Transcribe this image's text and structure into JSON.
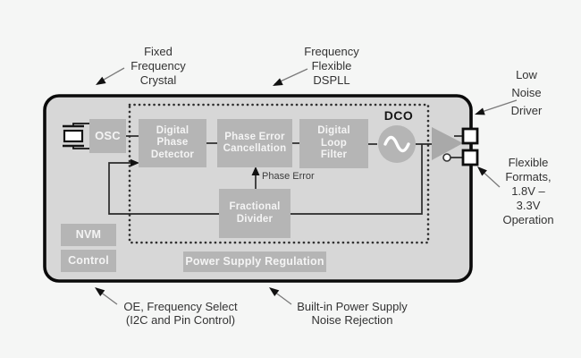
{
  "callouts": {
    "fixed_crystal": "Fixed\nFrequency\nCrystal",
    "frequency_flexible_dspll": "Frequency\nFlexible\nDSPLL",
    "low_noise_driver": "Low\nNoise\nDriver",
    "flexible_formats": "Flexible\nFormats,\n1.8V – 3.3V\nOperation",
    "oe_frequency_select": "OE, Frequency Select\n(I2C and Pin Control)",
    "builtin_power_noise": "Built-in Power Supply\nNoise Rejection"
  },
  "blocks": {
    "osc": "OSC",
    "digital_phase_detector": "Digital\nPhase\nDetector",
    "phase_error_cancellation": "Phase Error\nCancellation",
    "digital_loop_filter": "Digital\nLoop\nFilter",
    "fractional_divider": "Fractional\nDivider",
    "nvm": "NVM",
    "control": "Control",
    "power_supply_regulation": "Power Supply Regulation",
    "dco_label": "DCO"
  },
  "signals": {
    "phase_error": "Phase Error"
  },
  "colors": {
    "background": "#f5f6f5",
    "chip_fill": "#d7d7d7",
    "block_fill": "#b5b5b5",
    "block_text": "#f4f4f4",
    "outline": "#0d0d0d",
    "callout_text": "#333333"
  }
}
